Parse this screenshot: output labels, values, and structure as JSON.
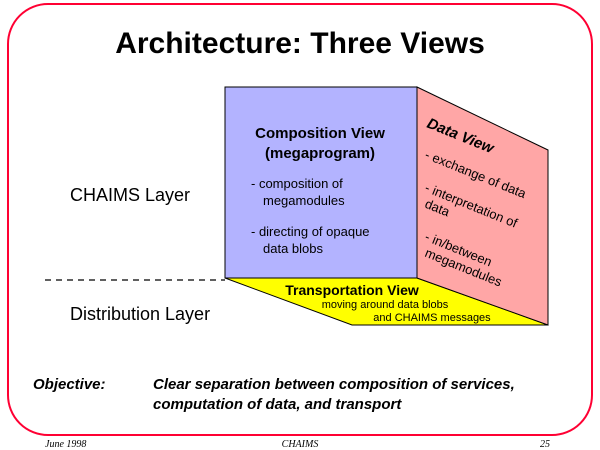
{
  "title": "Architecture: Three Views",
  "layers": {
    "top": "CHAIMS Layer",
    "bottom": "Distribution Layer"
  },
  "composition_view": {
    "title1": "Composition View",
    "title2": "(megaprogram)",
    "items": [
      [
        "- composition of",
        "megamodules"
      ],
      [
        "- directing of opaque",
        "data blobs"
      ]
    ]
  },
  "data_view": {
    "title": "Data View",
    "items": [
      [
        "- exchange of data"
      ],
      [
        "- interpretation of",
        "data"
      ],
      [
        "- in/between",
        "megamodules"
      ]
    ]
  },
  "transport_view": {
    "title": "Transportation View",
    "line1": "moving around data blobs",
    "line2": "and CHAIMS messages"
  },
  "objective": {
    "label": "Objective:",
    "line1": "Clear separation between composition of services,",
    "line2": "computation of data, and transport"
  },
  "footer": {
    "date": "June 1998",
    "center": "CHAIMS",
    "page": "25"
  },
  "colors": {
    "border": "#ff0033",
    "composition": "#b3b3ff",
    "data": "#ffa6a6",
    "transport": "#ffff00"
  }
}
